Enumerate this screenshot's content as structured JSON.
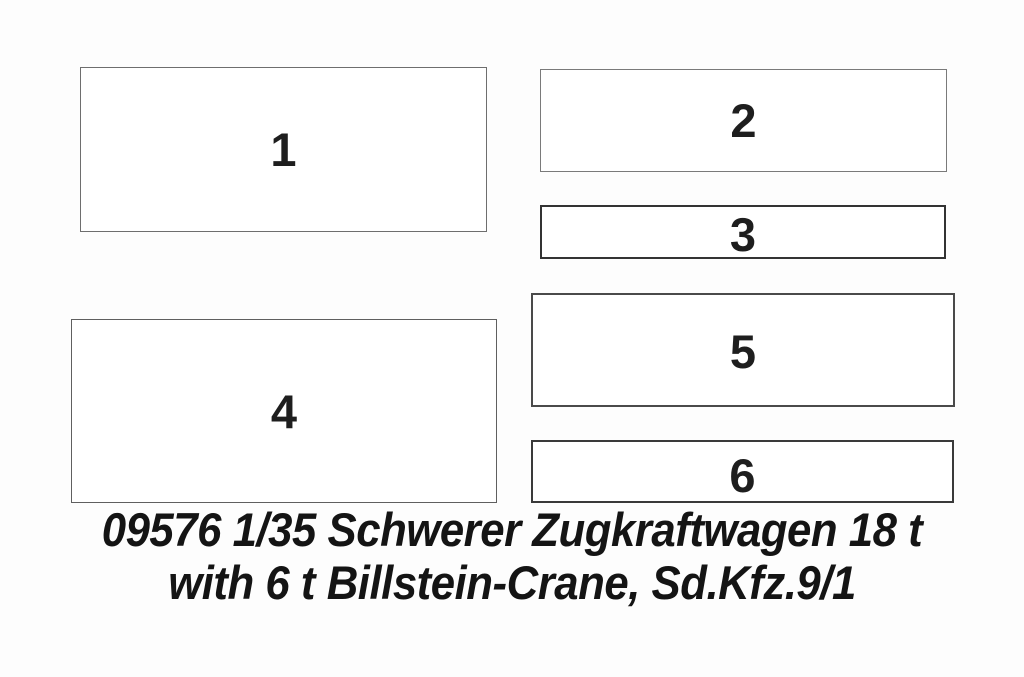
{
  "diagram": {
    "description": "model-kit sprue layout diagram with six numbered empty part boxes",
    "boxes": [
      {
        "label": "1",
        "border_color": "#6e6e6e"
      },
      {
        "label": "2",
        "border_color": "#7a7a7a"
      },
      {
        "label": "3",
        "border_color": "#333333"
      },
      {
        "label": "4",
        "border_color": "#5f5f5f"
      },
      {
        "label": "5",
        "border_color": "#4a4a4a"
      },
      {
        "label": "6",
        "border_color": "#3a3a3a"
      }
    ]
  },
  "caption": {
    "line1": "09576 1/35 Schwerer Zugkraftwagen 18 t",
    "line2": "with 6 t Billstein-Crane, Sd.Kfz.9/1"
  },
  "colors": {
    "background": "#fdfdfd",
    "box_fill": "#ffffff",
    "text": "#141414"
  }
}
